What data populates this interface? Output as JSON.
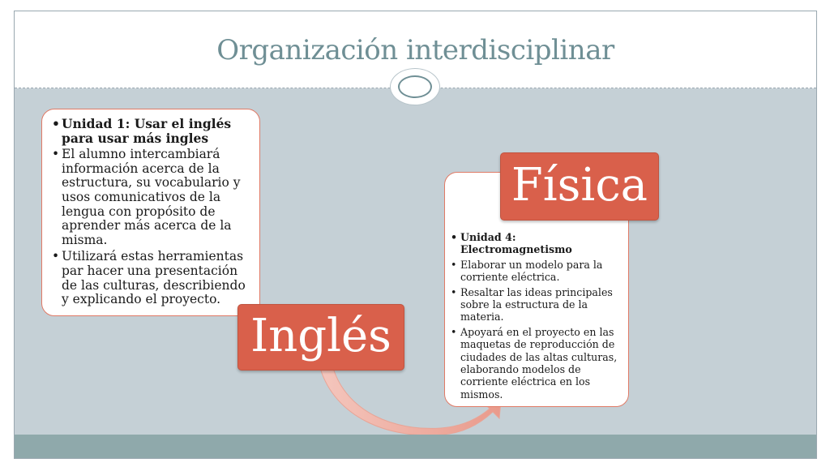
{
  "title": "Organización interdisciplinar",
  "ingles": {
    "label": "Inglés",
    "bullets": [
      "Unidad 1: Usar el inglés para usar más ingles",
      "El alumno intercambiará información acerca de la estructura, su vocabulario y usos comunicativos de la lengua con propósito de aprender más acerca de la misma.",
      "Utilizará estas herramientas par hacer una presentación de las culturas, describiendo y explicando el proyecto."
    ]
  },
  "fisica": {
    "label": "Física",
    "bullets": [
      "Unidad 4: Electromagnetismo",
      "Elaborar un modelo para la corriente eléctrica.",
      "Resaltar las ideas principales sobre la estructura de la materia.",
      "Apoyará en el proyecto en las maquetas de reproducción de ciudades de las altas culturas, elaborando modelos de corriente eléctrica en los mismos."
    ]
  },
  "colors": {
    "accent": "#d9604b",
    "title": "#6f8f95",
    "background": "#c5d0d6",
    "footer": "#8fa9ab"
  }
}
